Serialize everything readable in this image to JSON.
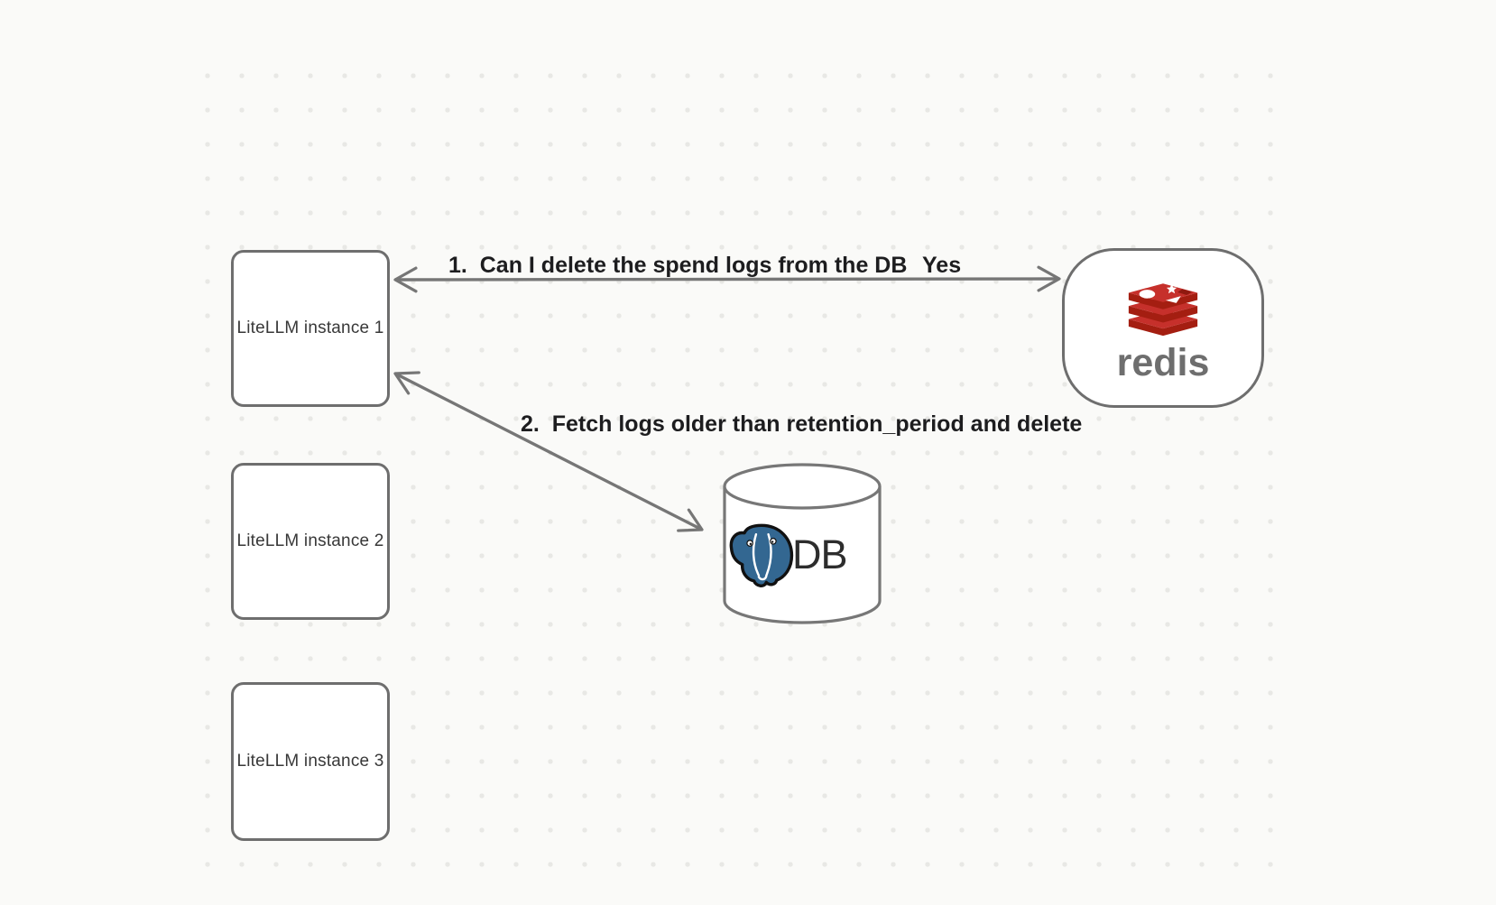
{
  "colors": {
    "background": "#FAFAF8",
    "dot_grid": "#E8E8E5",
    "shape_stroke": "#6E6E6E",
    "arrow_stroke": "#767676",
    "annotation_text": "#1D1D1F",
    "node_text": "#383838",
    "redis_red": "#C6302B",
    "redis_red_dark": "#A41E11",
    "redis_wordmark_gray": "#6E6E6E",
    "postgres_blue": "#336791",
    "db_text": "#2D2D2D"
  },
  "nodes": {
    "instances": [
      {
        "label": "LiteLLM instance 1"
      },
      {
        "label": "LiteLLM instance 2"
      },
      {
        "label": "LiteLLM instance 3"
      }
    ],
    "redis": {
      "wordmark": "redis",
      "icon": "redis-stack-logo"
    },
    "database": {
      "label": "DB",
      "icon": "postgresql-elephant-logo",
      "shape": "cylinder"
    }
  },
  "arrows": [
    {
      "label": "1.  Can I delete the spend logs from the DB",
      "response": "Yes",
      "from": "LiteLLM instance 1",
      "to": "redis",
      "style": "double-headed"
    },
    {
      "label": "2.  Fetch logs older than retention_period and delete",
      "from": "LiteLLM instance 1",
      "to": "DB",
      "style": "double-headed"
    }
  ]
}
